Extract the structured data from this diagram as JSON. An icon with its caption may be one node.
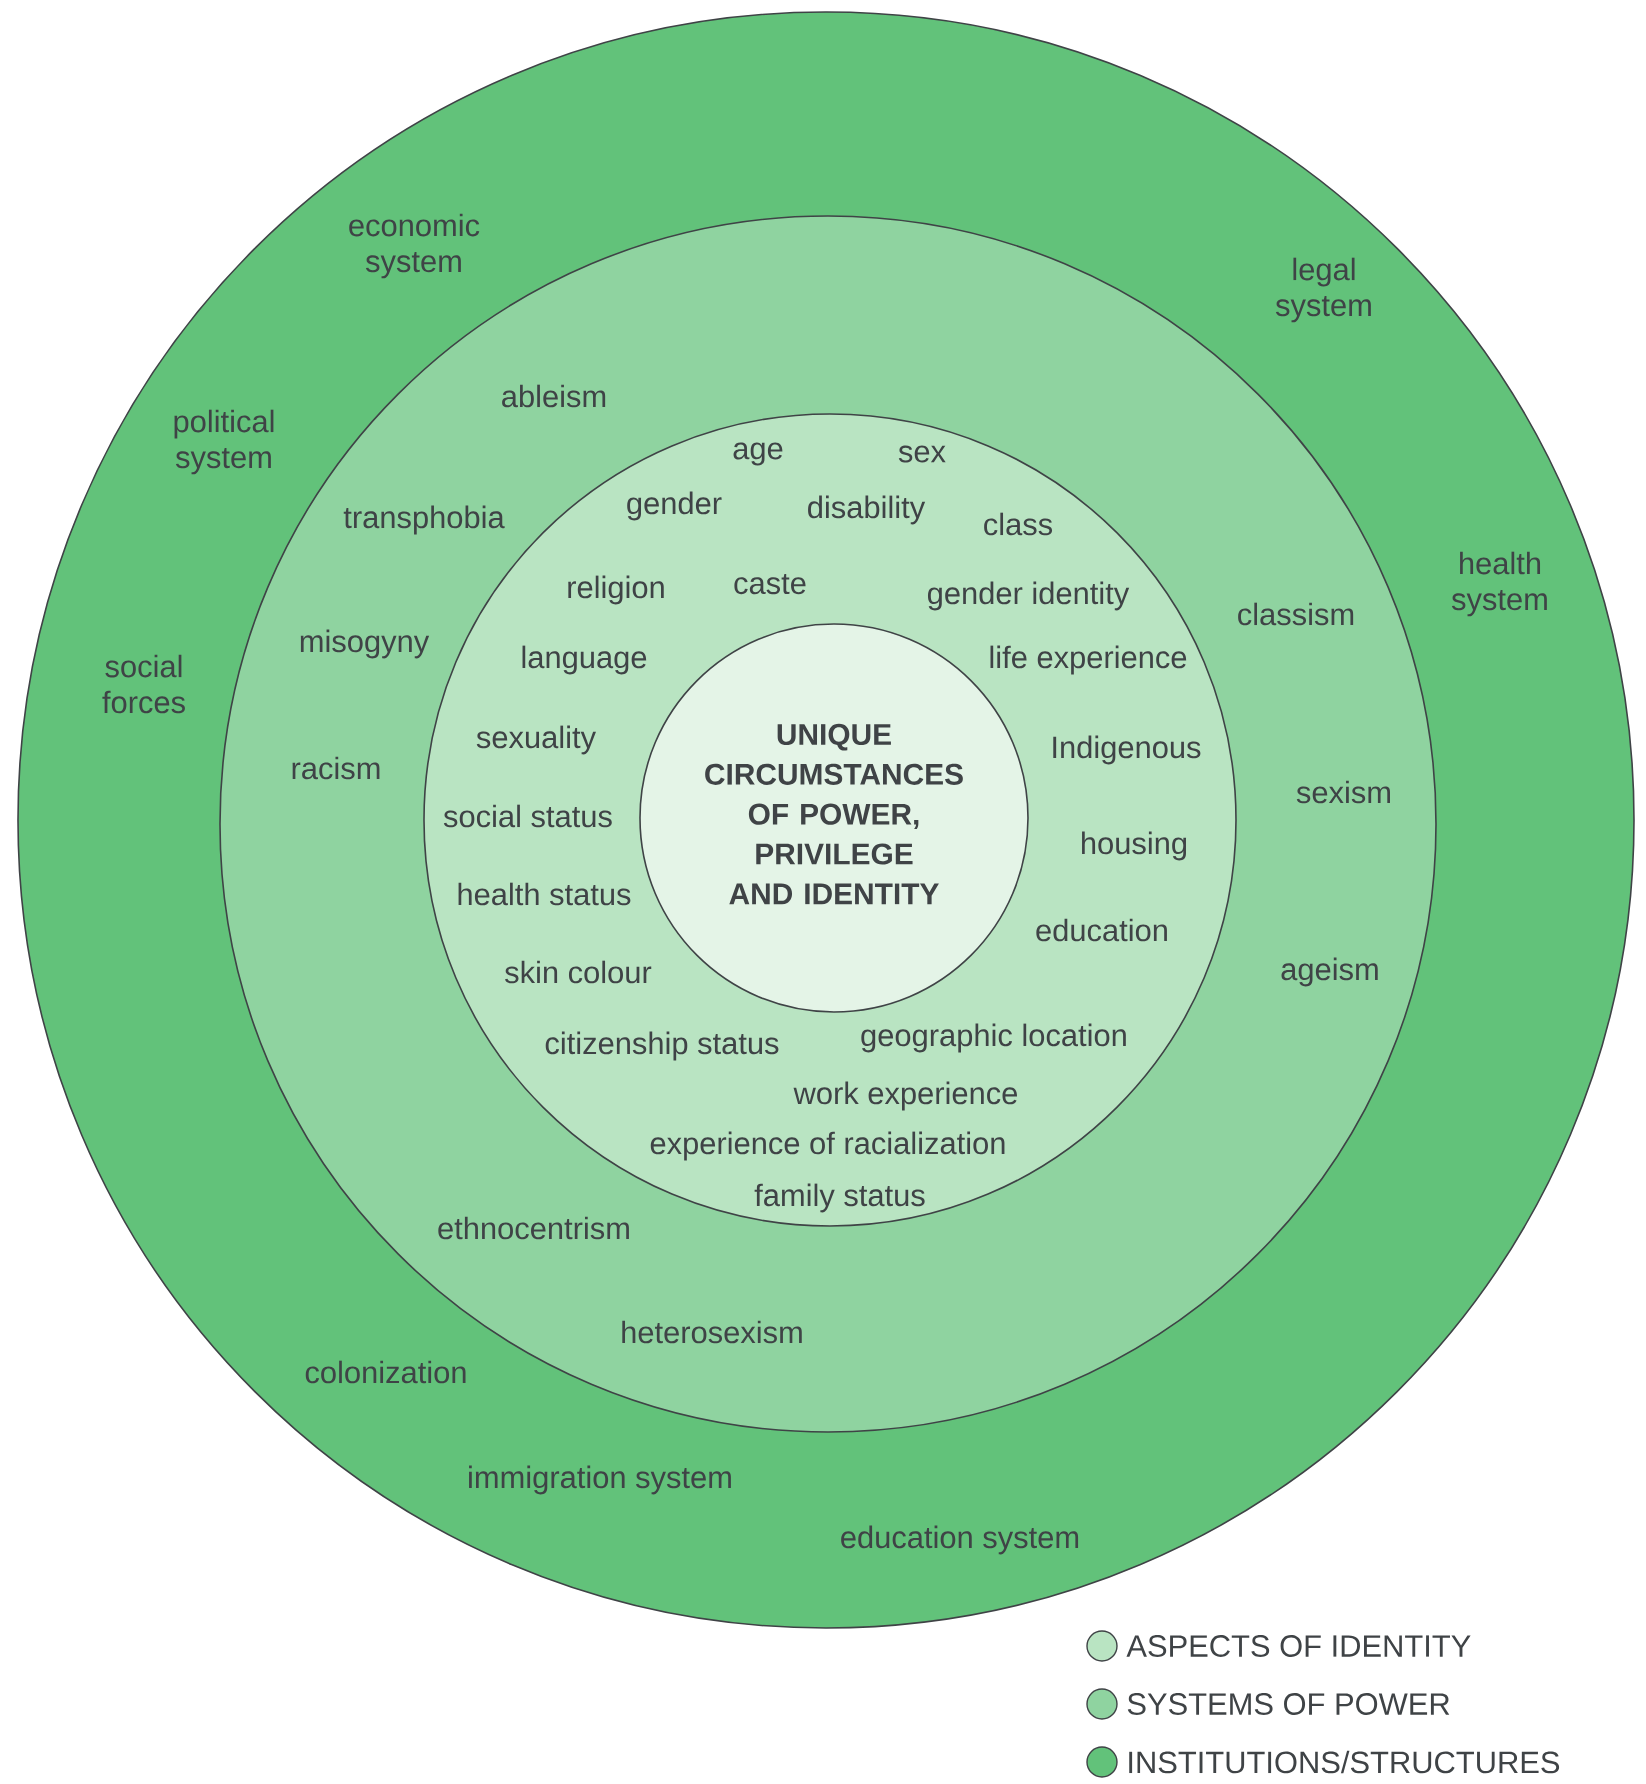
{
  "diagram": {
    "nodes": [
      {
        "text": [
          "economic system",
          "legal system",
          "political system",
          "health system",
          "social forces",
          "colonization",
          "immigration system",
          "education system"
        ]
      },
      {
        "text": [
          "ableism",
          "transphobia",
          "misogyny",
          "racism",
          "classism",
          "sexism",
          "ageism",
          "ethnocentrism",
          "heterosexism"
        ],
        "in": 0
      },
      {
        "text": [
          "age",
          "sex",
          "gender",
          "disability",
          "class",
          "religion",
          "caste",
          "gender identity",
          "language",
          "life experience",
          "sexuality",
          "Indigenous",
          "social status",
          "housing",
          "health status",
          "education",
          "skin colour",
          "citizenship status",
          "geographic location",
          "work experience",
          "experience of racialization",
          "family status"
        ],
        "in": 1
      },
      {
        "text": [
          "UNIQUE CIRCUMSTANCES OF POWER, PRIVILEGE AND IDENTITY"
        ],
        "in": 2
      }
    ],
    "legend": [
      {
        "text": "ASPECTS OF IDENTITY",
        "color": "#b9e4c2"
      },
      {
        "text": "SYSTEMS OF POWER",
        "color": "#8fd3a0"
      },
      {
        "text": "INSTITUTIONS/STRUCTURES",
        "color": "#62c27a"
      }
    ]
  }
}
